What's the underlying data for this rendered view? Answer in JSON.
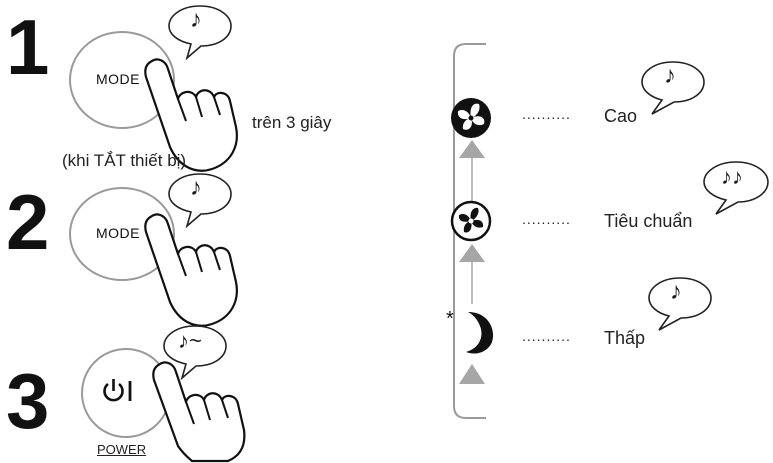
{
  "steps": {
    "s1": {
      "number": "1",
      "button": "MODE",
      "note": "trên 3 giây",
      "condition": "(khi TẮT thiết bị)"
    },
    "s2": {
      "number": "2",
      "button": "MODE"
    },
    "s3": {
      "number": "3",
      "button_label": "POWER"
    }
  },
  "levels": {
    "high": {
      "label": "Cao",
      "dots": "..........",
      "sound": "♪"
    },
    "standard": {
      "label": "Tiêu chuẩn",
      "dots": "..........",
      "sound": "♪♪"
    },
    "low": {
      "label": "Thấp",
      "dots": "..........",
      "sound": "♪"
    }
  },
  "sounds": {
    "single": "♪",
    "power": "♪~"
  },
  "colors": {
    "button_border": "#9a9a9a",
    "arrow": "#a6a6a6",
    "ink": "#111111"
  },
  "icons": [
    "music-note-icon",
    "hand-press-icon",
    "fan-icon",
    "moon-icon",
    "sparkle-icon",
    "power-icon",
    "up-arrow-icon"
  ]
}
